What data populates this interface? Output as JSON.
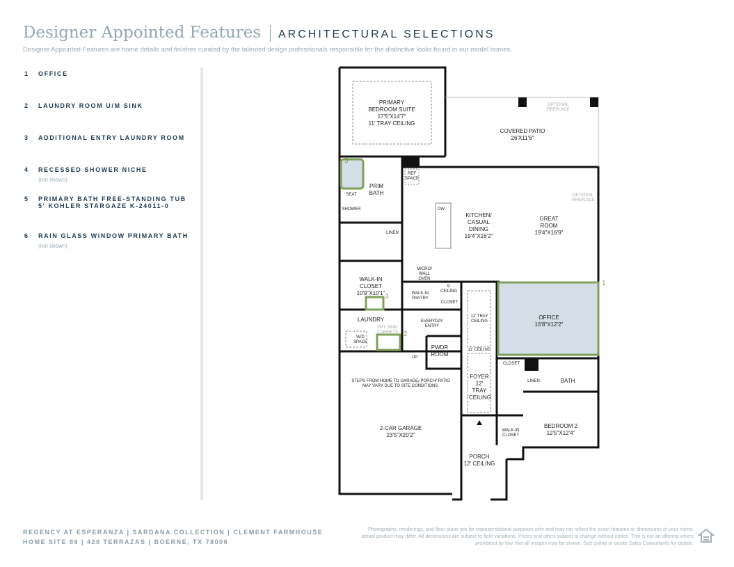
{
  "header": {
    "title": "Designer Appointed Features",
    "subtitle": "ARCHITECTURAL SELECTIONS",
    "description": "Designer Appointed Features are home details and finishes curated by the talented design professionals responsible for the distinctive looks found in our model homes."
  },
  "features": [
    {
      "num": "1",
      "label": "OFFICE"
    },
    {
      "num": "2",
      "label": "LAUNDRY ROOM U/M SINK"
    },
    {
      "num": "3",
      "label": "ADDITIONAL ENTRY LAUNDRY ROOM"
    },
    {
      "num": "4",
      "label": "RECESSED SHOWER NICHE",
      "note": "(not shown)"
    },
    {
      "num": "5",
      "label": "PRIMARY BATH FREE-STANDING TUB",
      "label2": "5' KOHLER STARGAZE K-24011-0"
    },
    {
      "num": "6",
      "label": "RAIN GLASS WINDOW PRIMARY BATH",
      "note": "(not shown)"
    }
  ],
  "plan": {
    "primary_bedroom": [
      "PRIMARY",
      "BEDROOM SUITE",
      "17'5\"X14'7\"",
      "11' TRAY CEILING"
    ],
    "covered_patio": [
      "COVERED PATIO",
      "26'X11'6\""
    ],
    "optional_fireplace": "OPTIONAL FIREPLACE",
    "prim_bath": "PRIM BATH",
    "seat": "SEAT",
    "shower": "SHOWER",
    "ref_space": "REF SPACE",
    "dw": "DW",
    "kitchen": [
      "KITCHEN/",
      "CASUAL",
      "DINING",
      "19'4\"X16'2\""
    ],
    "great_room": [
      "GREAT",
      "ROOM",
      "19'4\"X16'9\""
    ],
    "linen": "LINEN",
    "micro": "MICRO/ WALL OVEN",
    "walkin_closet": [
      "WALK-IN",
      "CLOSET",
      "10'9\"X10'1\""
    ],
    "walkin_pantry": "WALK-IN PANTRY",
    "ceiling_9": "9' CEILING",
    "closet": "CLOSET",
    "laundry": "LAUNDRY",
    "opt_sink": "OPT SINK/ CABINETS",
    "wd_space": "W/D SPACE",
    "everyday_entry": "EVERYDAY ENTRY",
    "up": "UP",
    "pwdr": "PWDR ROOM",
    "tray_12": "12' TRAY CEILING",
    "ceiling_11": "11' CEILING",
    "office": [
      "OFFICE",
      "16'8\"X12'2\""
    ],
    "bath": "BATH",
    "foyer": [
      "FOYER",
      "12' TRAY CEILING"
    ],
    "steps_note": "STEPS FROM HOME TO GARAGE/ PORCH/ PATIO MAY VARY DUE TO SITE CONDITIONS.",
    "garage": [
      "2-CAR GARAGE",
      "23'5\"X20'2\""
    ],
    "bedroom2": [
      "BEDROOM 2",
      "12'5\"X12'4\""
    ],
    "walkin_closet2": "WALK-IN CLOSET",
    "porch": [
      "PORCH",
      "12' CEILING"
    ]
  },
  "footer": {
    "line1": "REGENCY AT ESPERANZA  |  SARDANA COLLECTION  |  CLEMENT FARMHOUSE",
    "line2": "HOME SITE 86  |  420 TERRAZAS  |  BOERNE, TX 78006",
    "disclaimer": "Photographs, renderings, and floor plans are for representational purposes only and may not reflect the exact features or dimensions of your home; actual product may differ. All dimensions are subject to field variations. Prices and offers subject to change without notice. This is not an offering where prohibited by law. Not all images may be shown. See online or onsite Sales Consultants for details."
  },
  "colors": {
    "accent": "#7fa05a",
    "office_fill": "#d3dee6",
    "navy": "#1d3b52"
  }
}
